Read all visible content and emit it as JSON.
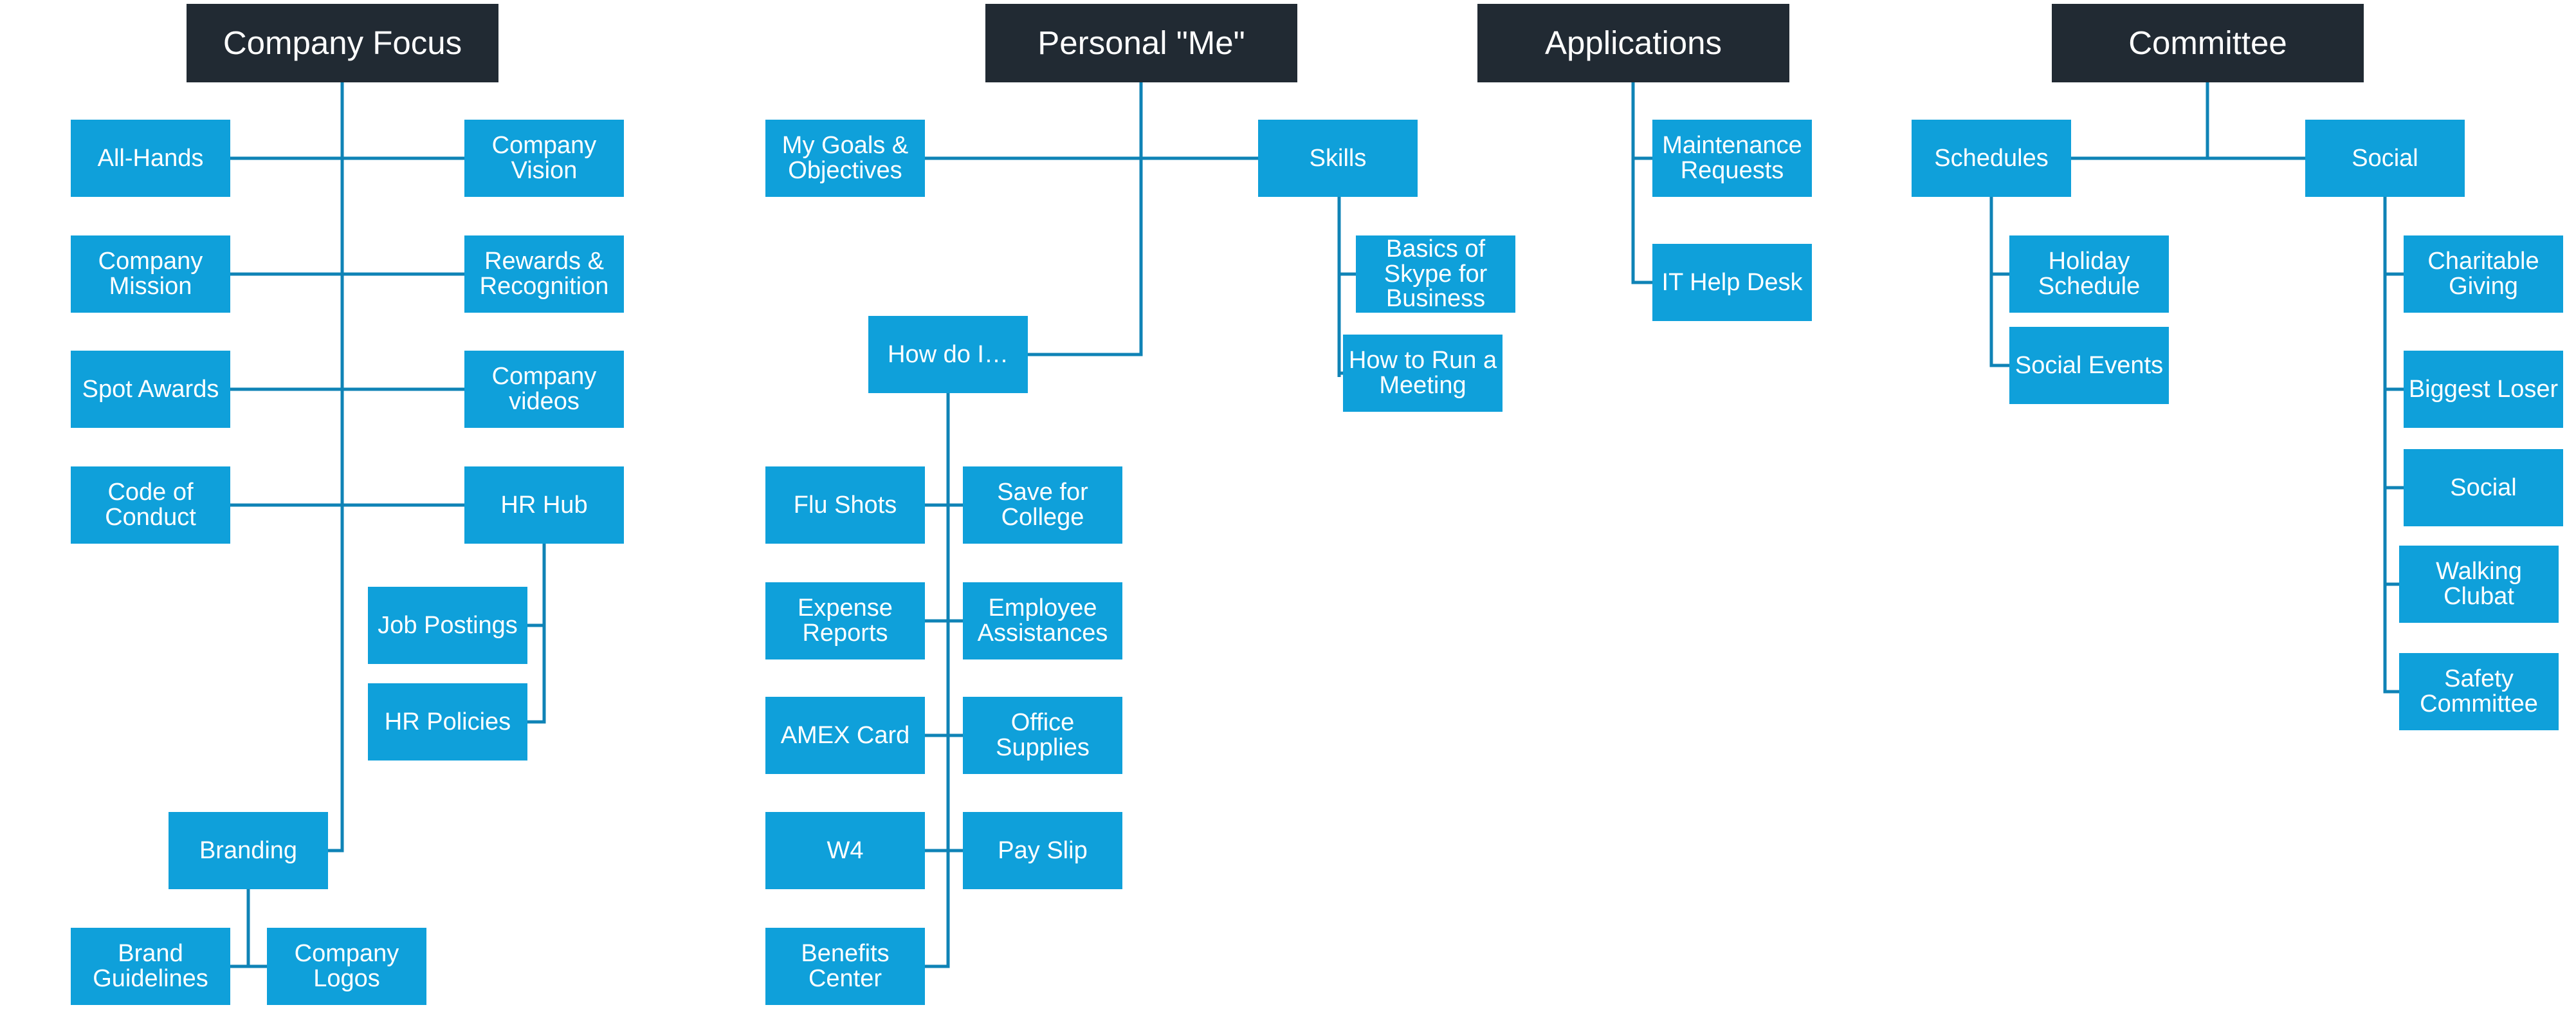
{
  "colors": {
    "header_bg": "#212a33",
    "node_bg": "#0fa0da",
    "connector": "#0f83b6",
    "text": "#ffffff"
  },
  "sections": {
    "company_focus": {
      "header": "Company Focus",
      "all_hands": "All-Hands",
      "company_vision": "Company\nVision",
      "company_mission": "Company\nMission",
      "rewards": "Rewards &\nRecognition",
      "spot_awards": "Spot Awards",
      "company_videos": "Company\nvideos",
      "code_of_conduct": "Code of\nConduct",
      "hr_hub": "HR Hub",
      "job_postings": "Job Postings",
      "hr_policies": "HR Policies",
      "branding": "Branding",
      "brand_guidelines": "Brand\nGuidelines",
      "company_logos": "Company\nLogos"
    },
    "personal_me": {
      "header": "Personal \"Me\"",
      "goals": "My Goals &\nObjectives",
      "skills": "Skills",
      "skype": "Basics of\nSkype for\nBusiness",
      "run_meeting": "How to Run a\nMeeting",
      "how_do_i": "How do I…",
      "flu_shots": "Flu Shots",
      "save_college": "Save for\nCollege",
      "expense_reports": "Expense\nReports",
      "employee_assist": "Employee\nAssistances",
      "amex": "AMEX Card",
      "office_supplies": "Office Supplies",
      "w4": "W4",
      "pay_slip": "Pay Slip",
      "benefits": "Benefits\nCenter"
    },
    "applications": {
      "header": "Applications",
      "maintenance": "Maintenance\nRequests",
      "it_help": "IT Help Desk"
    },
    "committee": {
      "header": "Committee",
      "schedules": "Schedules",
      "social": "Social",
      "holiday": "Holiday\nSchedule",
      "social_events": "Social Events",
      "charitable": "Charitable\nGiving",
      "biggest_loser": "Biggest Loser",
      "social_sub": "Social",
      "walking": "Walking Clubat",
      "safety": "Safety\nCommittee"
    }
  }
}
